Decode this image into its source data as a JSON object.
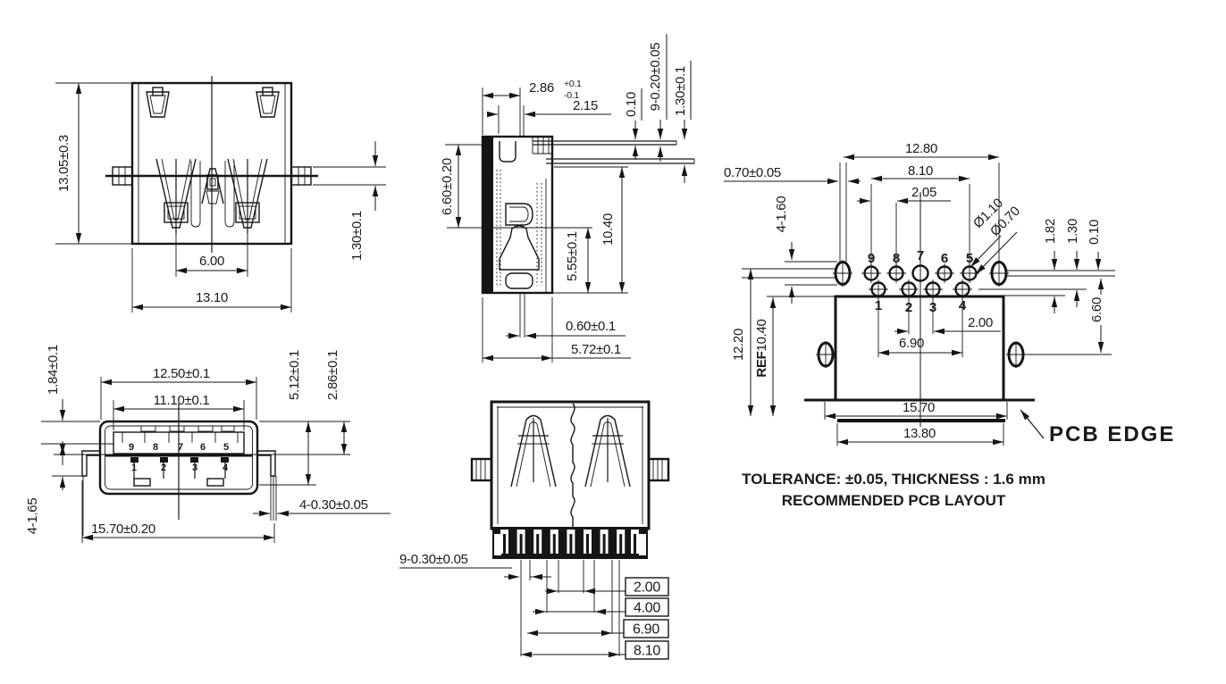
{
  "views": {
    "top": {
      "h": "13.05±0.3",
      "pin": "1.30±0.1",
      "contacts": "6.00",
      "w": "13.10"
    },
    "front": {
      "shell_w": "12.50±0.1",
      "tongue_w": "11.10±0.1",
      "lip": "1.84±0.1",
      "height": "5.12±0.1",
      "step": "2.86±0.1",
      "legs": "4-1.65",
      "total_w": "15.70±0.20",
      "leg_pin": "4-0.30±0.05",
      "pins_top": [
        "9",
        "8",
        "7",
        "6",
        "5"
      ],
      "pins_bottom": [
        "1",
        "2",
        "3",
        "4"
      ]
    },
    "side": {
      "depth": "2.86",
      "depth_plus": "+0.1",
      "depth_minus": "-0.1",
      "pin_len": "2.15",
      "gap": "0.10",
      "pin_t": "9-0.20±0.05",
      "row_offset": "1.30±0.1",
      "front_h": "6.60±0.20",
      "back_h": "10.40",
      "lower_h": "5.55±0.1",
      "pin_w": "0.60±0.1",
      "total_d": "5.72±0.1"
    },
    "rear": {
      "pins": "9-0.30±0.05",
      "b1": "2.00",
      "b2": "4.00",
      "b3": "6.90",
      "b4": "8.10"
    },
    "pcb": {
      "span": "12.80",
      "row_w": "8.10",
      "pitch": "2.05",
      "slot_w": "0.70±0.05",
      "slots": "4-1.60",
      "hole_big": "Ø1.10",
      "hole_small": "Ø0.70",
      "off1": "1.82",
      "off2": "1.30",
      "off3": "0.10",
      "deep": "6.60",
      "total_h": "12.20",
      "ref": "REF",
      "ref_val": "10.40",
      "pitch2": "2.00",
      "row2_w": "6.90",
      "total_w": "15.70",
      "pcb_w": "13.80",
      "edge_label": "PCB EDGE",
      "holes_top": [
        "9",
        "8",
        "7",
        "6",
        "5"
      ],
      "holes_bottom": [
        "1",
        "2",
        "3",
        "4"
      ]
    }
  },
  "notes": {
    "tolerance": "TOLERANCE:  ±0.05, THICKNESS :  1.6 mm",
    "layout": "RECOMMENDED PCB LAYOUT"
  }
}
